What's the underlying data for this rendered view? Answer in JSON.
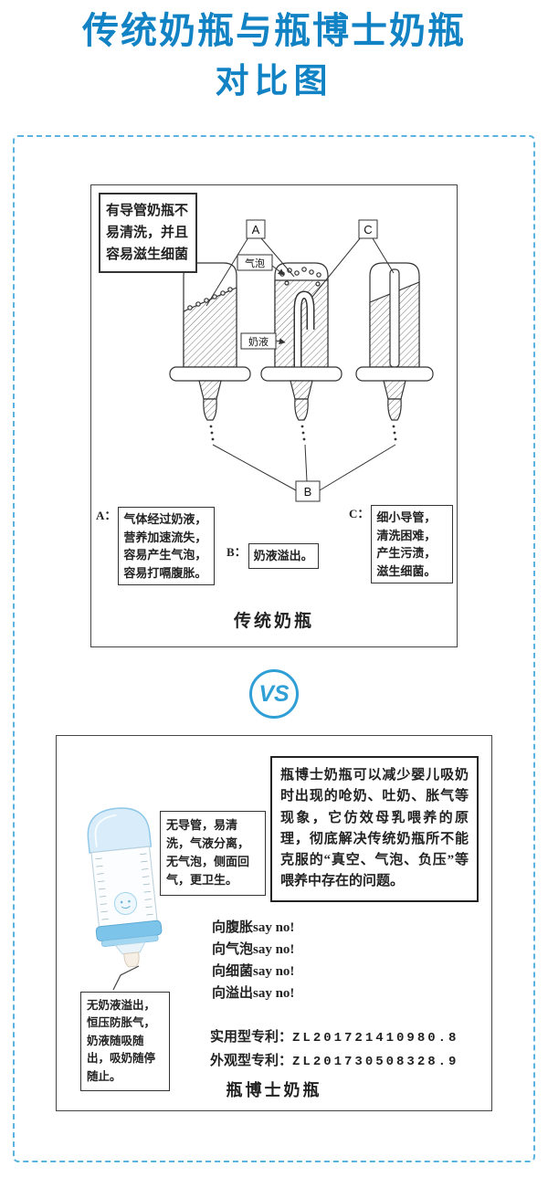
{
  "title": {
    "line1": "传统奶瓶与瓶博士奶瓶",
    "line2": "对比图"
  },
  "vs": "VS",
  "colors": {
    "accent": "#1182c4",
    "dashed_border": "#5ab2e0",
    "vs_blue": "#2f9fd6",
    "bottle_blue": "#7cc4ea"
  },
  "traditional": {
    "note": "有导管奶瓶不易清洗，并且容易滋生细菌",
    "labels": {
      "a": "A",
      "b": "B",
      "c": "C",
      "bubble": "气泡",
      "milk": "奶液"
    },
    "annotations": {
      "a_prefix": "A：",
      "a_text": "气体经过奶液，营养加速流失，容易产生气泡，容易打嗝腹胀。",
      "b_prefix": "B：",
      "b_text": "奶液溢出。",
      "c_prefix": "C：",
      "c_text": "细小导管，清洗困难，产生污渍，滋生细菌。"
    },
    "caption": "传统奶瓶"
  },
  "doctor": {
    "top_note": "无导管，易清洗，气液分离，无气泡，侧面回气，更卫生。",
    "paragraph": "瓶博士奶瓶可以减少婴儿吸奶时出现的呛奶、吐奶、胀气等现象，它仿效母乳喂养的原理，彻底解决传统奶瓶所不能克服的“真空、气泡、负压”等喂养中存在的问题。",
    "say_no_items": [
      "向腹胀say no!",
      "向气泡say no!",
      "向细菌say no!",
      "向溢出say no!"
    ],
    "bottom_note": "无奶液溢出，恒压防胀气，奶液随吸随出，吸奶随停随止。",
    "patents": [
      {
        "label": "实用型专利：",
        "number": "ZL201721410980.8"
      },
      {
        "label": "外观型专利：",
        "number": "ZL201730508328.9"
      }
    ],
    "caption": "瓶博士奶瓶"
  }
}
